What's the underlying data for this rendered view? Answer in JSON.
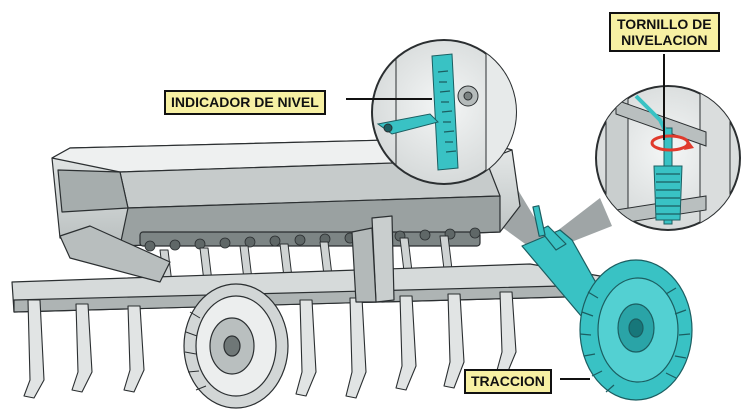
{
  "labels": {
    "level_indicator": "INDICADOR DE NIVEL",
    "leveling_screw_line1": "TORNILLO DE",
    "leveling_screw_line2": "NIVELACION",
    "traction": "TRACCION"
  },
  "colors": {
    "machine_gray": "#d9dcdc",
    "machine_dark": "#8d9494",
    "highlight_teal": "#39c2c4",
    "label_fill": "#f7f0a3",
    "outline": "#2b2f31",
    "arrow_red": "#e03a2c"
  }
}
